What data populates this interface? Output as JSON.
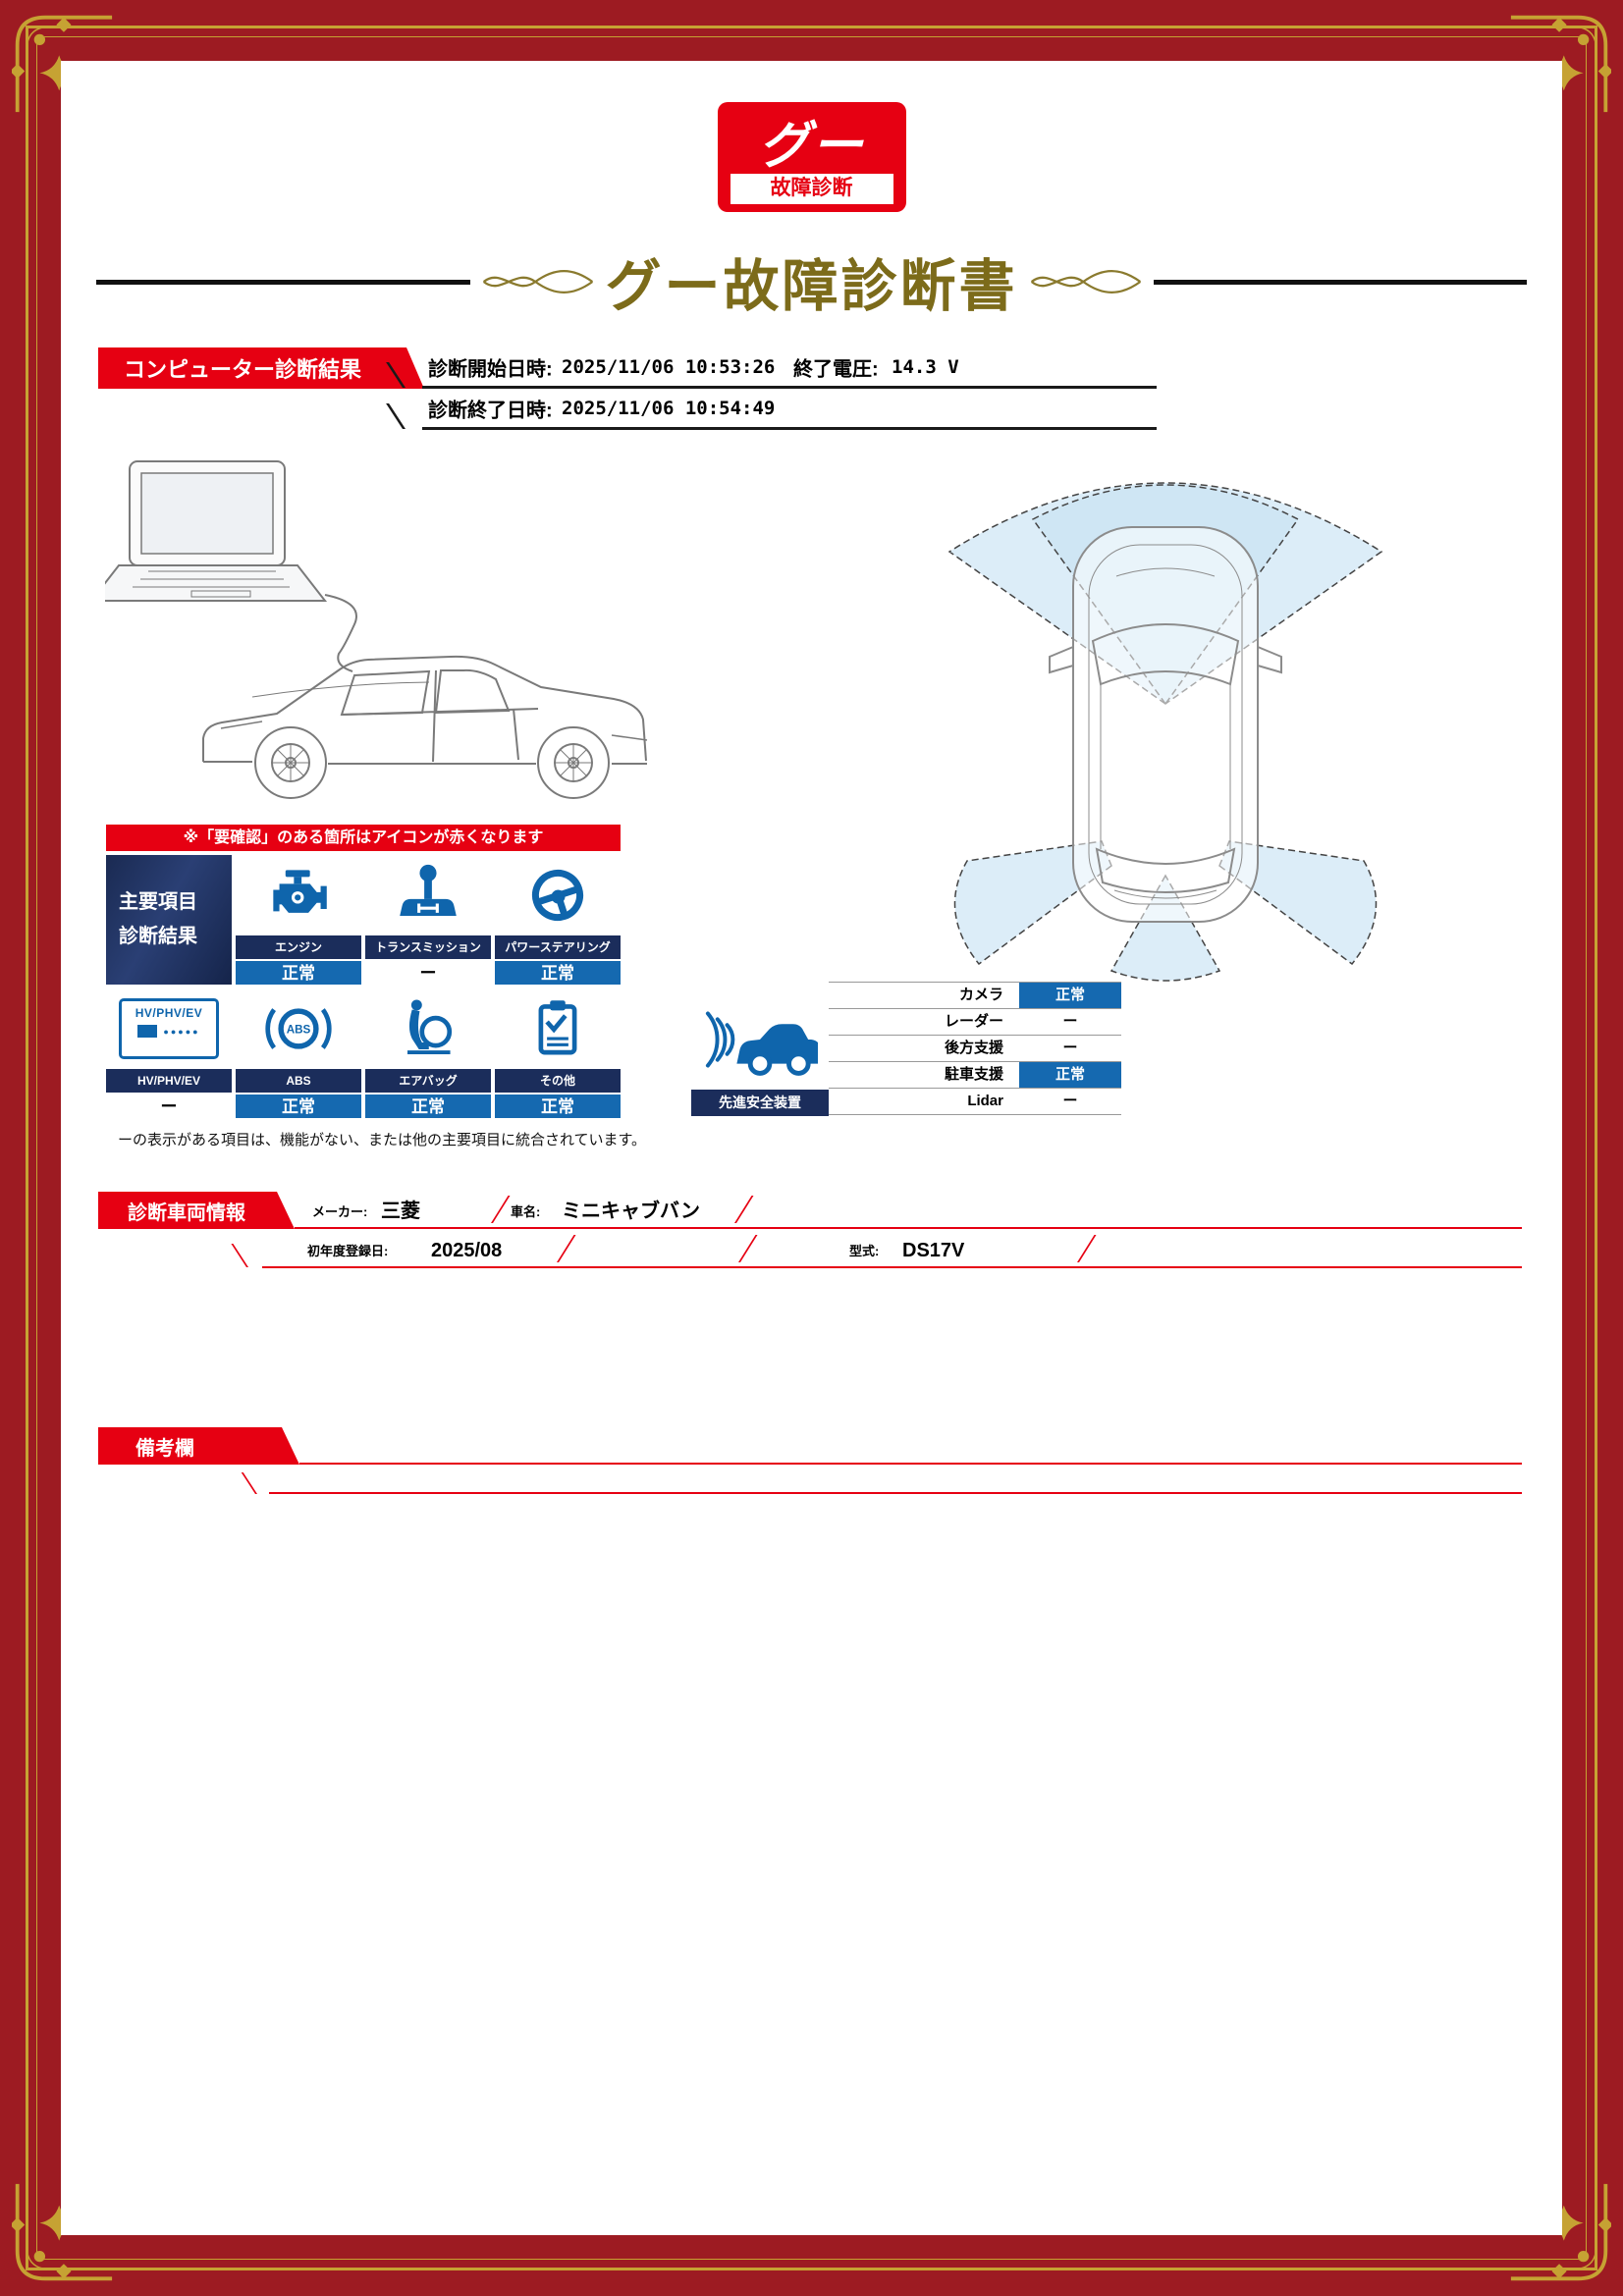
{
  "colors": {
    "frame_red": "#9d1b22",
    "accent_red": "#e60012",
    "gold": "#c6a233",
    "navy": "#1b2d5b",
    "status_blue": "#1569b0",
    "icon_blue": "#0f65ac",
    "title_gold": "#7c6b1a"
  },
  "logo": {
    "main": "グー",
    "sub": "故障診断"
  },
  "title": "グー故障診断書",
  "computer_diag": {
    "section_title": "コンピューター診断結果",
    "start_label": "診断開始日時:",
    "start_value": "2025/11/06 10:53:26",
    "voltage_label": "終了電圧:",
    "voltage_value": "14.3 V",
    "end_label": "診断終了日時:",
    "end_value": "2025/11/06 10:54:49"
  },
  "notice": "※「要確認」のある箇所はアイコンが赤くなります",
  "main_results": {
    "header_line1": "主要項目",
    "header_line2": "診断結果",
    "hv_icon_text": "HV/PHV/EV",
    "items": [
      {
        "name": "engine",
        "label": "エンジン",
        "status": "正常"
      },
      {
        "name": "transmission",
        "label": "トランスミッション",
        "status": "ー"
      },
      {
        "name": "power-steering",
        "label": "パワーステアリング",
        "status": "正常"
      },
      {
        "name": "hv-phv-ev",
        "label": "HV/PHV/EV",
        "status": "ー"
      },
      {
        "name": "abs",
        "label": "ABS",
        "status": "正常"
      },
      {
        "name": "airbag",
        "label": "エアバッグ",
        "status": "正常"
      },
      {
        "name": "other",
        "label": "その他",
        "status": "正常"
      }
    ],
    "footnote": "ーの表示がある項目は、機能がない、または他の主要項目に統合されています。"
  },
  "advanced_safety": {
    "title": "先進安全装置",
    "rows": [
      {
        "label": "カメラ",
        "status": "正常"
      },
      {
        "label": "レーダー",
        "status": "ー"
      },
      {
        "label": "後方支援",
        "status": "ー"
      },
      {
        "label": "駐車支援",
        "status": "正常"
      },
      {
        "label": "Lidar",
        "status": "ー"
      }
    ]
  },
  "vehicle_info": {
    "section_title": "診断車両情報",
    "maker_label": "メーカー:",
    "maker_value": "三菱",
    "name_label": "車名:",
    "name_value": "ミニキャブバン",
    "reg_label": "初年度登録日:",
    "reg_value": "2025/08",
    "model_label": "型式:",
    "model_value": "DS17V"
  },
  "remarks": {
    "section_title": "備考欄"
  },
  "abs_icon_text": "ABS"
}
